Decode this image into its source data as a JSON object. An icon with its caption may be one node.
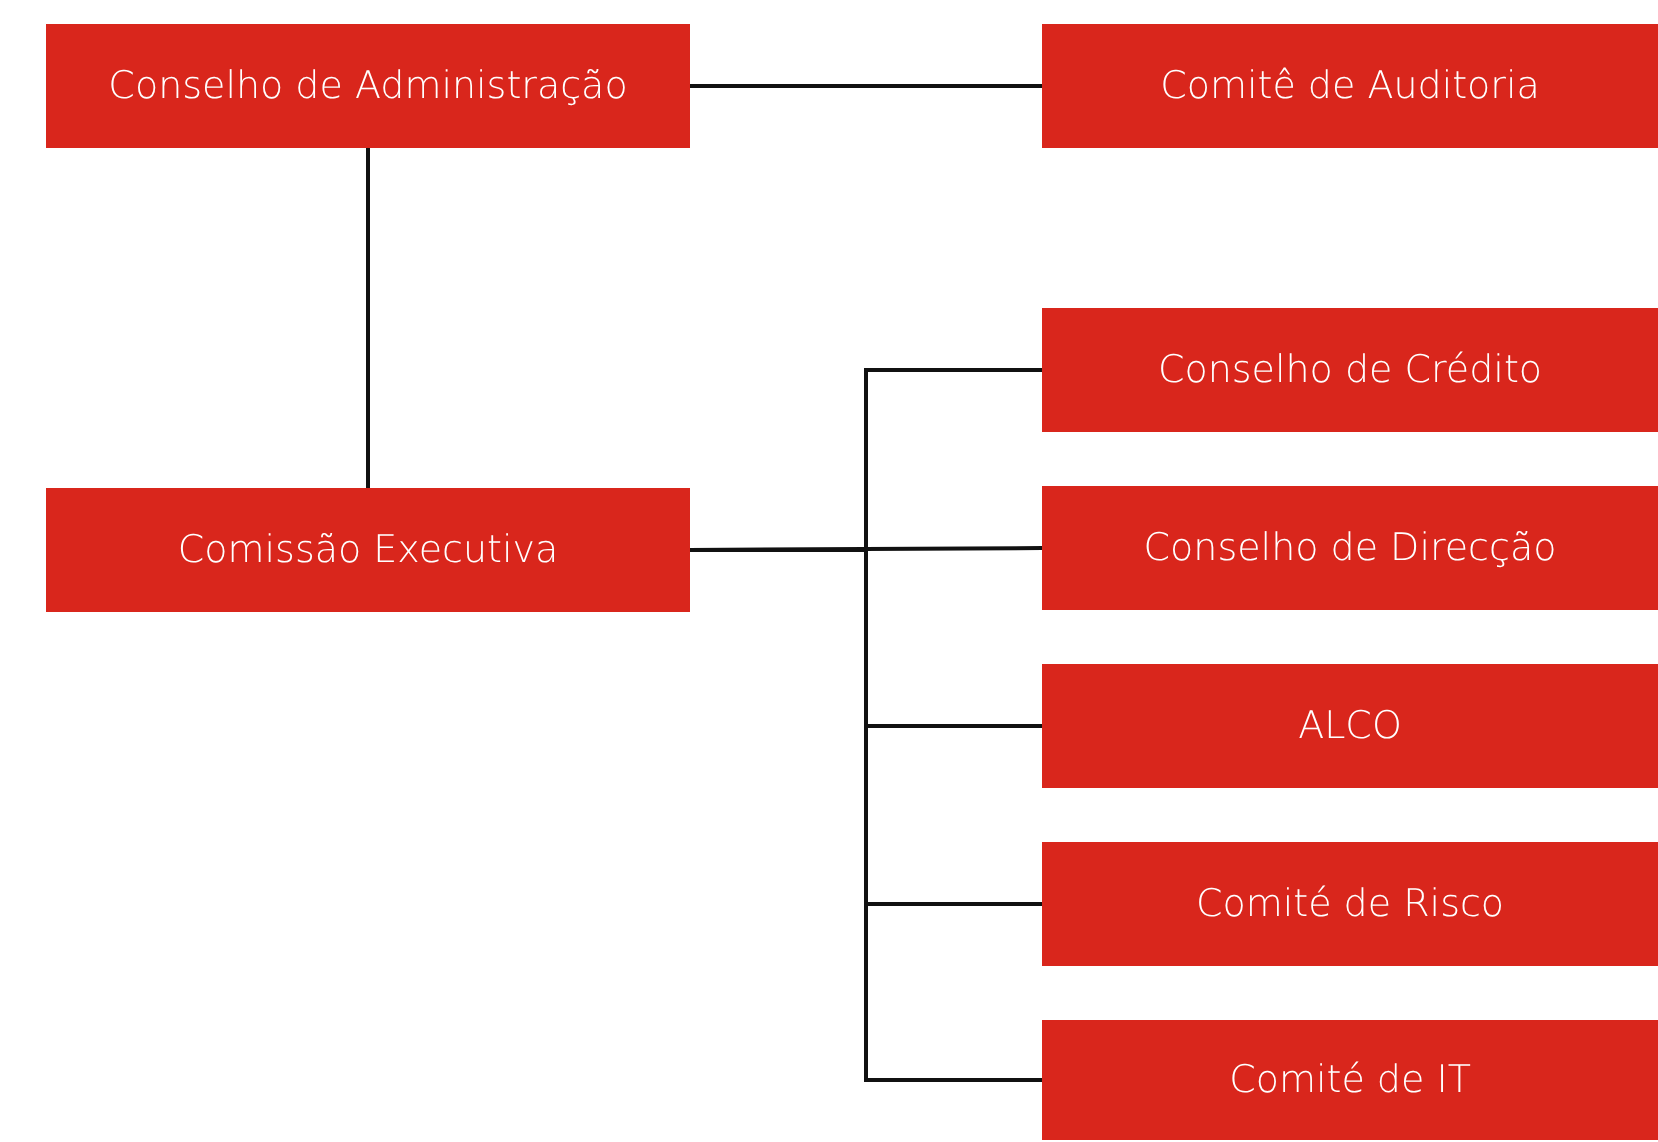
{
  "diagram": {
    "nodes": [
      {
        "text": [
          "Conselho de Administração"
        ]
      },
      {
        "text": [
          "Comitê de Auditoria"
        ]
      },
      {
        "text": [
          "Comissão Executiva"
        ]
      },
      {
        "text": [
          "Conselho de Crédito"
        ]
      },
      {
        "text": [
          "Conselho de Direcção"
        ]
      },
      {
        "text": [
          "ALCO"
        ]
      },
      {
        "text": [
          "Comité de Risco"
        ]
      },
      {
        "text": [
          "Comité de IT"
        ]
      }
    ],
    "edges": [
      {
        "from": 0,
        "to": 1,
        "arrow": "none"
      },
      {
        "from": 0,
        "to": 2,
        "arrow": "none"
      },
      {
        "from": 2,
        "to": 3,
        "arrow": "none"
      },
      {
        "from": 2,
        "to": 4,
        "arrow": "none"
      },
      {
        "from": 2,
        "to": 5,
        "arrow": "none"
      },
      {
        "from": 2,
        "to": 6,
        "arrow": "none"
      },
      {
        "from": 2,
        "to": 7,
        "arrow": "none"
      }
    ]
  }
}
